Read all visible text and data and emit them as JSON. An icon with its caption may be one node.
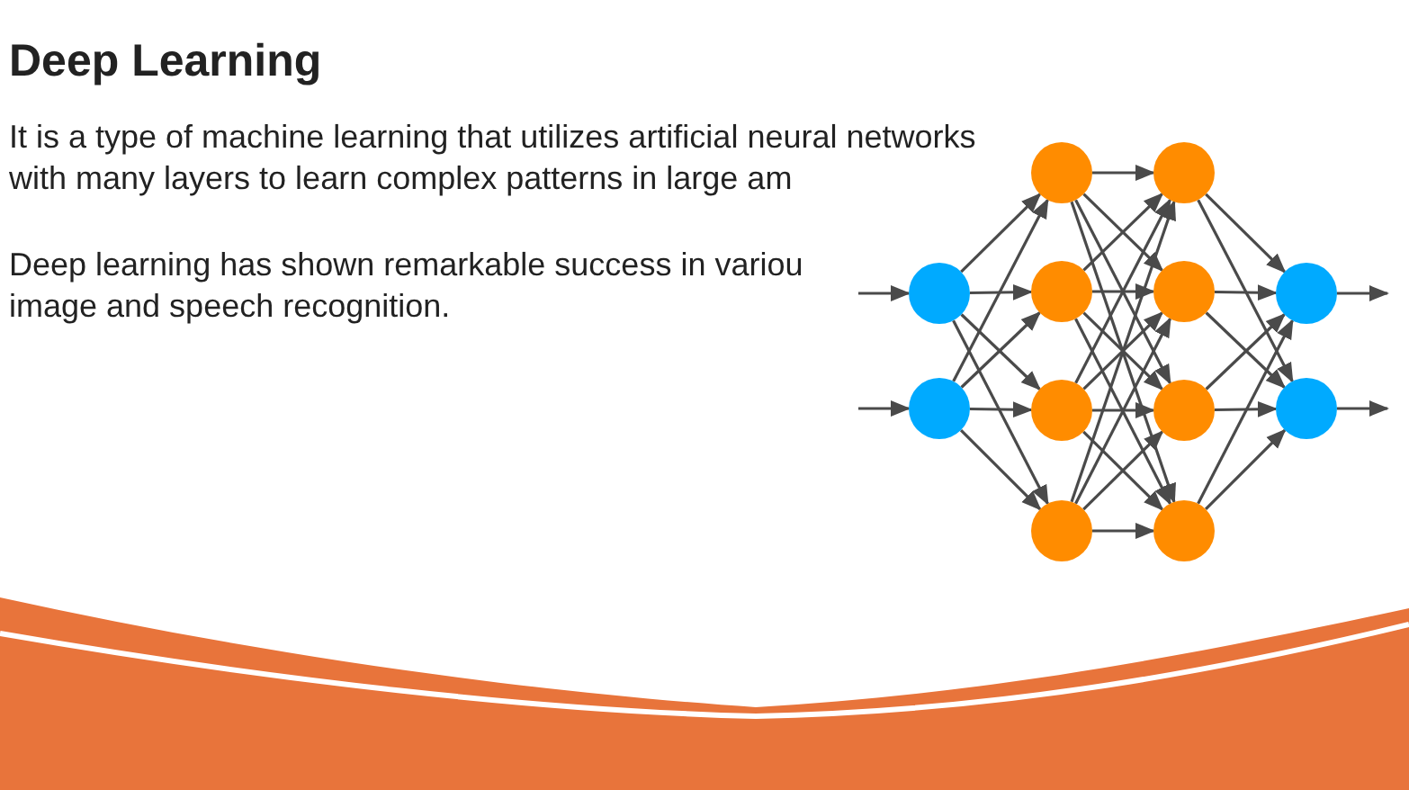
{
  "diagram": {
    "title": "Deep Learning",
    "nodes": [
      {
        "text": [],
        "shape": "circle"
      },
      {
        "text": [],
        "shape": "circle"
      },
      {
        "text": [],
        "shape": "circle"
      },
      {
        "text": [],
        "shape": "circle"
      },
      {
        "text": [],
        "shape": "circle"
      },
      {
        "text": [],
        "shape": "circle"
      },
      {
        "text": [],
        "shape": "circle"
      },
      {
        "text": [],
        "shape": "circle"
      },
      {
        "text": [],
        "shape": "circle"
      },
      {
        "text": [],
        "shape": "circle"
      },
      {
        "text": [],
        "shape": "circle"
      },
      {
        "text": [],
        "shape": "circle"
      }
    ],
    "edges": [
      {
        "from": null,
        "to": 0,
        "arrow": "to"
      },
      {
        "from": null,
        "to": 1,
        "arrow": "to"
      },
      {
        "from": 0,
        "to": 2,
        "arrow": "to"
      },
      {
        "from": 0,
        "to": 3,
        "arrow": "to"
      },
      {
        "from": 0,
        "to": 4,
        "arrow": "to"
      },
      {
        "from": 0,
        "to": 5,
        "arrow": "to"
      },
      {
        "from": 1,
        "to": 2,
        "arrow": "to"
      },
      {
        "from": 1,
        "to": 3,
        "arrow": "to"
      },
      {
        "from": 1,
        "to": 4,
        "arrow": "to"
      },
      {
        "from": 1,
        "to": 5,
        "arrow": "to"
      },
      {
        "from": 2,
        "to": 6,
        "arrow": "to"
      },
      {
        "from": 2,
        "to": 7,
        "arrow": "to"
      },
      {
        "from": 2,
        "to": 8,
        "arrow": "to"
      },
      {
        "from": 2,
        "to": 9,
        "arrow": "to"
      },
      {
        "from": 3,
        "to": 6,
        "arrow": "to"
      },
      {
        "from": 3,
        "to": 7,
        "arrow": "to"
      },
      {
        "from": 3,
        "to": 8,
        "arrow": "to"
      },
      {
        "from": 3,
        "to": 9,
        "arrow": "to"
      },
      {
        "from": 4,
        "to": 6,
        "arrow": "to"
      },
      {
        "from": 4,
        "to": 7,
        "arrow": "to"
      },
      {
        "from": 4,
        "to": 8,
        "arrow": "to"
      },
      {
        "from": 4,
        "to": 9,
        "arrow": "to"
      },
      {
        "from": 5,
        "to": 6,
        "arrow": "to"
      },
      {
        "from": 5,
        "to": 7,
        "arrow": "to"
      },
      {
        "from": 5,
        "to": 8,
        "arrow": "to"
      },
      {
        "from": 5,
        "to": 9,
        "arrow": "to"
      },
      {
        "from": 6,
        "to": 10,
        "arrow": "to"
      },
      {
        "from": 6,
        "to": 11,
        "arrow": "to"
      },
      {
        "from": 7,
        "to": 10,
        "arrow": "to"
      },
      {
        "from": 7,
        "to": 11,
        "arrow": "to"
      },
      {
        "from": 8,
        "to": 10,
        "arrow": "to"
      },
      {
        "from": 8,
        "to": 11,
        "arrow": "to"
      },
      {
        "from": 9,
        "to": 10,
        "arrow": "to"
      },
      {
        "from": 9,
        "to": 11,
        "arrow": "to"
      },
      {
        "from": 10,
        "to": null,
        "arrow": "to"
      },
      {
        "from": 11,
        "to": null,
        "arrow": "to"
      }
    ],
    "labels": [
      "It is a type of machine learning that utilizes artificial neural networks",
      "with many layers to learn complex patterns in large am",
      "Deep learning has shown remarkable success in variou",
      "image and speech recognition."
    ]
  }
}
